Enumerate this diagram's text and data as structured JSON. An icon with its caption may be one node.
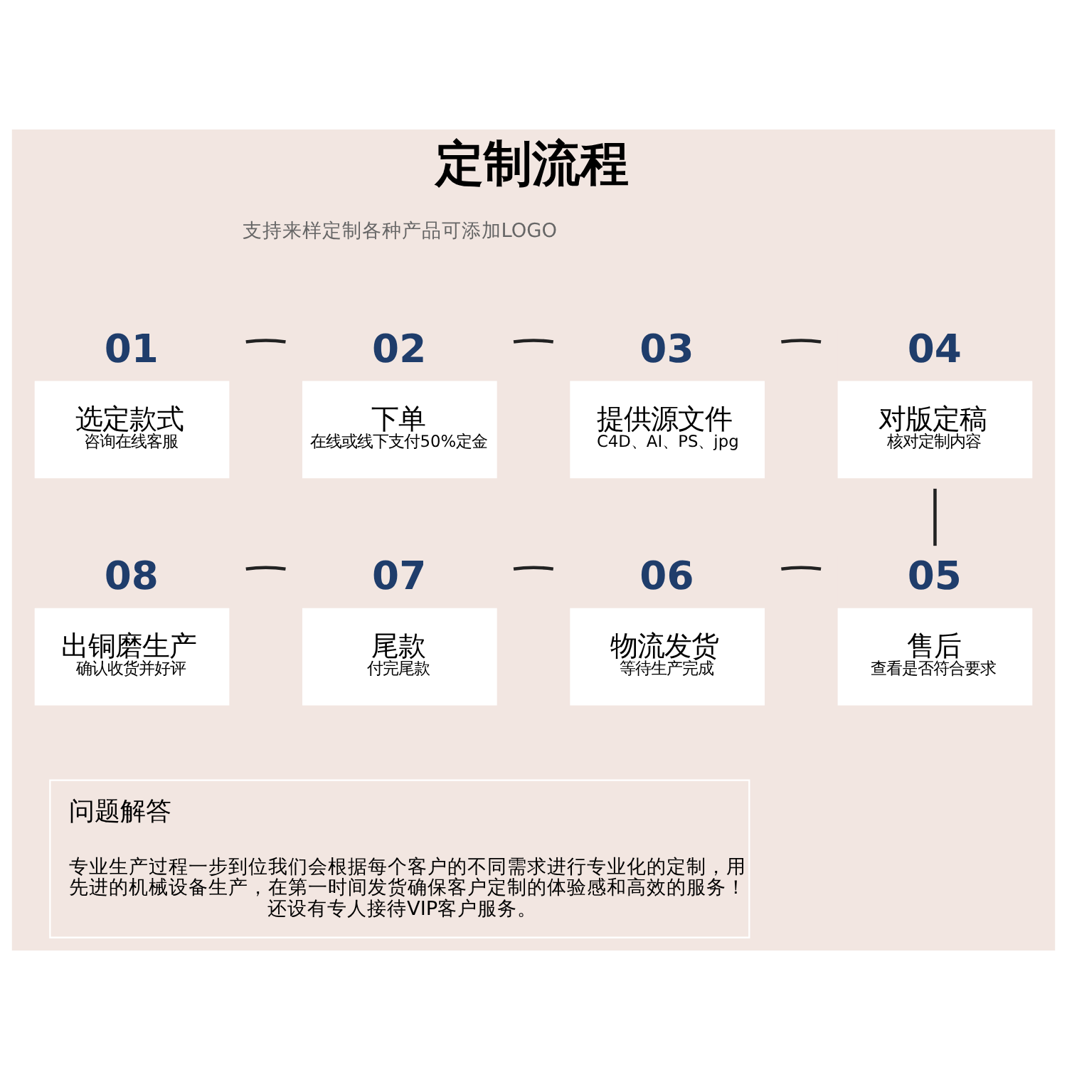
{
  "diagram": {
    "title": "定制流程",
    "nodes": [
      {
        "text": [
          "选定款式",
          "咨询在线客服"
        ],
        "beside": [
          "01"
        ]
      },
      {
        "text": [
          "下单",
          "在线或线下支付50%定金"
        ],
        "beside": [
          "02"
        ]
      },
      {
        "text": [
          "提供源文件",
          "C4D、AI、PS、jpg"
        ],
        "beside": [
          "03"
        ]
      },
      {
        "text": [
          "对版定稿",
          "核对定制内容"
        ],
        "beside": [
          "04"
        ]
      },
      {
        "text": [
          "售后",
          "查看是否符合要求"
        ],
        "beside": [
          "05"
        ]
      },
      {
        "text": [
          "物流发货",
          "等待生产完成"
        ],
        "beside": [
          "06"
        ]
      },
      {
        "text": [
          "尾款",
          "付完尾款"
        ],
        "beside": [
          "07"
        ]
      },
      {
        "text": [
          "出铜磨生产",
          "确认收货并好评"
        ],
        "beside": [
          "08"
        ]
      },
      {
        "text": [
          "问题解答",
          "专业生产过程一步到位我们会根据每个客户的不同需求进行专业化的定制，用先进的机械设备生产，在第一时间发货确保客户定制的体验感和高效的服务！还设有专人接待VIP客户服务。"
        ]
      }
    ],
    "edges": [
      {
        "from": 0,
        "to": 1,
        "arrow": "none"
      },
      {
        "from": 1,
        "to": 2,
        "arrow": "none"
      },
      {
        "from": 2,
        "to": 3,
        "arrow": "none"
      },
      {
        "from": 3,
        "to": 4,
        "arrow": "none"
      },
      {
        "from": 4,
        "to": 5,
        "arrow": "none"
      },
      {
        "from": 5,
        "to": 6,
        "arrow": "none"
      },
      {
        "from": 6,
        "to": 7,
        "arrow": "none"
      }
    ],
    "labels": [
      "支持来样定制各种产品可添加LOGO"
    ]
  }
}
